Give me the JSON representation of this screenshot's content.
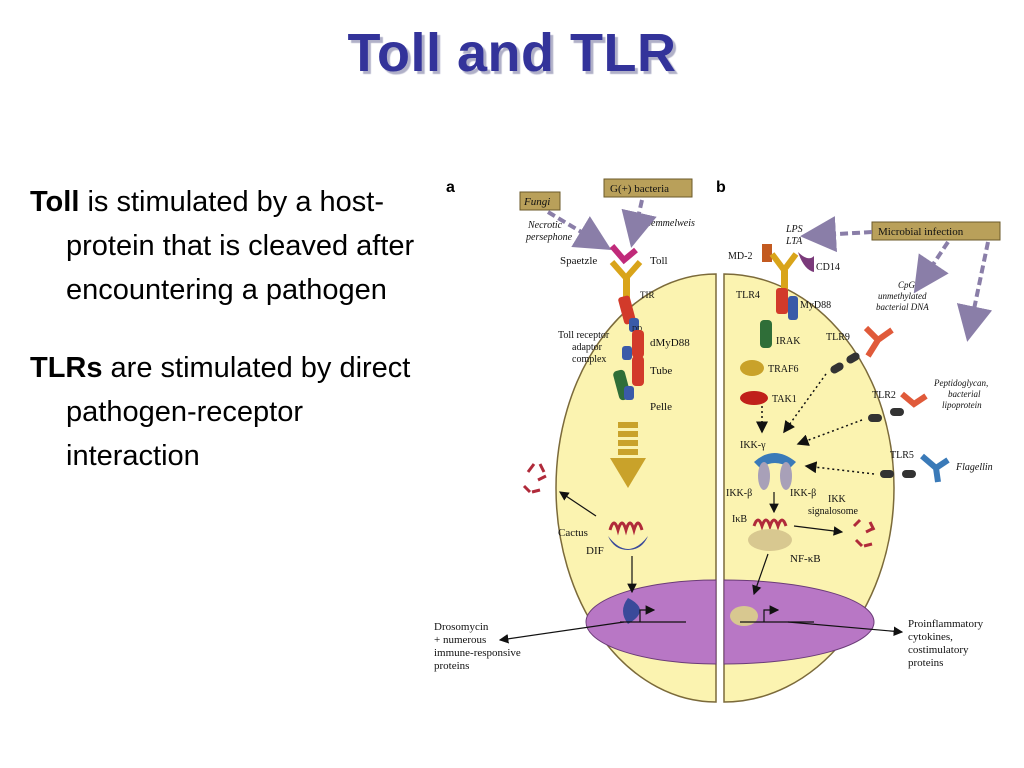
{
  "title": "Toll and TLR",
  "bullets": [
    {
      "bold": "Toll",
      "text": " is stimulated by a host-protein that is cleaved after encountering a pathogen"
    },
    {
      "bold": "TLRs",
      "text": " are stimulated by direct pathogen-receptor interaction"
    }
  ],
  "figure": {
    "panel_a": {
      "label": "a",
      "fungi": "Fungi",
      "gbact": "G(+) bacteria",
      "necrotic": "Necrotic",
      "persephone": "persephone",
      "semmelweis": "Semmelweis",
      "spaetzle": "Spaetzle",
      "toll": "Toll",
      "tir": "TIR",
      "dd": "DD",
      "adaptor1": "Toll receptor",
      "adaptor2": "adaptor",
      "adaptor3": "complex",
      "dmyd88": "dMyD88",
      "tube": "Tube",
      "pelle": "Pelle",
      "cactus": "Cactus",
      "dif": "DIF",
      "out1": "Drosomycin",
      "out2": "+ numerous",
      "out3": "immune-responsive",
      "out4": "proteins"
    },
    "panel_b": {
      "label": "b",
      "microbial": "Microbial infection",
      "lps": "LPS",
      "lta": "LTA",
      "md2": "MD-2",
      "cd14": "CD14",
      "tlr4": "TLR4",
      "myd88": "MyD88",
      "irak": "IRAK",
      "traf6": "TRAF6",
      "tak1": "TAK1",
      "cpg1": "CpG",
      "cpg2": "unmethylated",
      "cpg3": "bacterial DNA",
      "tlr9": "TLR9",
      "tlr2": "TLR2",
      "pep1": "Peptidoglycan,",
      "pep2": "bacterial",
      "pep3": "lipoprotein",
      "tlr5": "TLR5",
      "flagellin": "Flagellin",
      "ikkg": "IKK-γ",
      "ikkb1": "IKK-β",
      "ikkb2": "IKK-β",
      "signalosome1": "IKK",
      "signalosome2": "signalosome",
      "ikb": "IκB",
      "nfkb": "NF-κB",
      "out1": "Proinflammatory",
      "out2": "cytokines,",
      "out3": "costimulatory",
      "out4": "proteins"
    }
  },
  "colors": {
    "title": "#33339a",
    "cell": "#fbf3b0",
    "nucleus": "#b877c5",
    "label_box": "#b9a05a"
  }
}
